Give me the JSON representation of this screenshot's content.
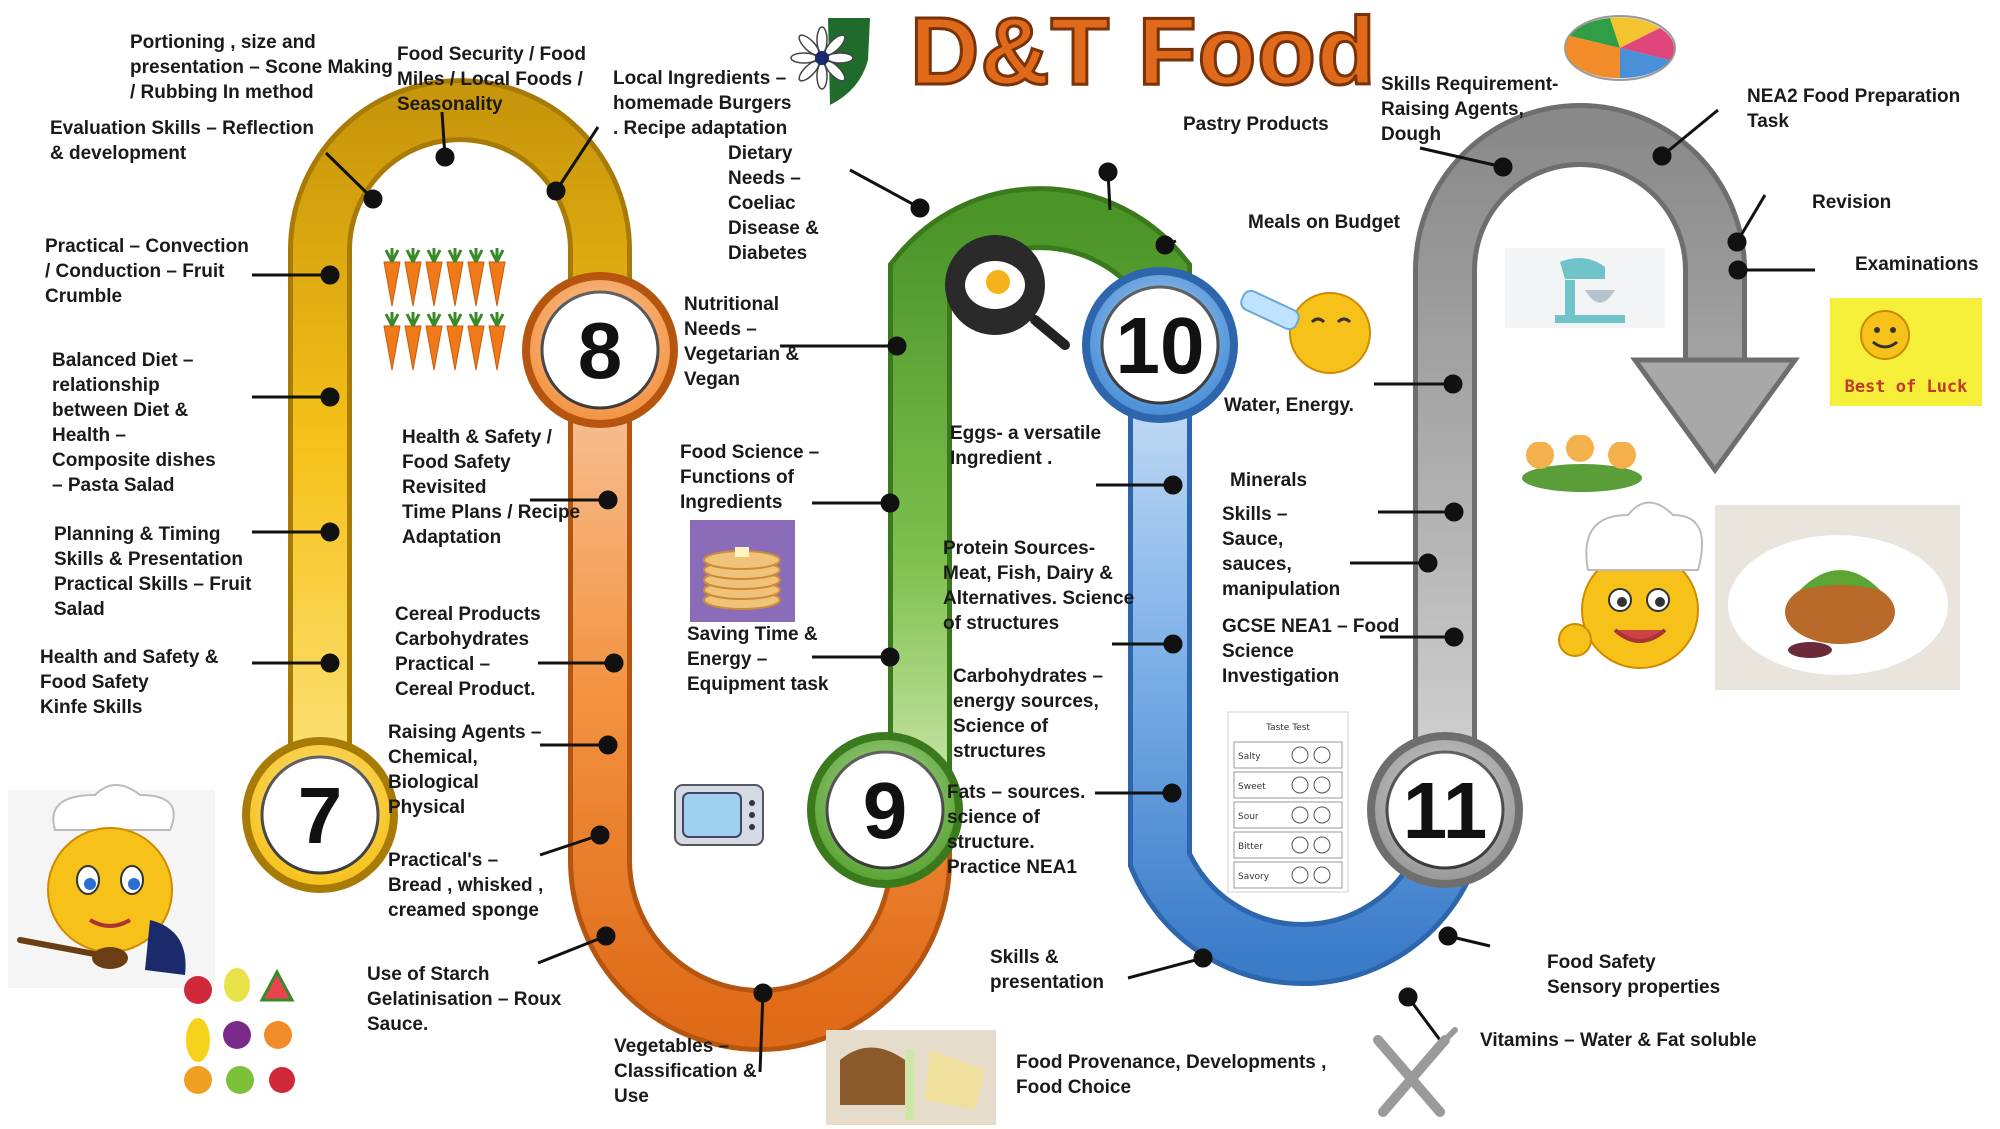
{
  "title": "D&T Food",
  "colors": {
    "title": "#e06a1b",
    "y7": "#f2b70c",
    "y8": "#f07a2a",
    "y9": "#5aa533",
    "y10": "#4a8fd8",
    "y11": "#9a9a9a"
  },
  "stages": [
    {
      "number": "7"
    },
    {
      "number": "8"
    },
    {
      "number": "9"
    },
    {
      "number": "10"
    },
    {
      "number": "11"
    }
  ],
  "topics": [
    {
      "text": "Portioning , size and\npresentation – Scone Making\n/ Rubbing In method"
    },
    {
      "text": "Food Security / Food\nMiles / Local Foods /\nSeasonality"
    },
    {
      "text": "Local Ingredients –\nhomemade Burgers\n. Recipe adaptation"
    },
    {
      "text": "Evaluation Skills – Reflection\n& development"
    },
    {
      "text": "Practical – Convection\n/ Conduction – Fruit\nCrumble"
    },
    {
      "text": "Balanced Diet –\nrelationship\nbetween Diet &\nHealth –\nComposite dishes\n– Pasta Salad"
    },
    {
      "text": "Planning & Timing\nSkills & Presentation\nPractical Skills – Fruit\nSalad"
    },
    {
      "text": "Health and Safety &\nFood Safety\nKinfe Skills"
    },
    {
      "text": "Health & Safety /\nFood Safety\nRevisited\nTime Plans / Recipe\nAdaptation"
    },
    {
      "text": "Cereal Products\nCarbohydrates\nPractical –\nCereal Product."
    },
    {
      "text": "Raising Agents –\nChemical,\nBiological\nPhysical"
    },
    {
      "text": "Practical's –\nBread , whisked ,\ncreamed sponge"
    },
    {
      "text": "Use of Starch\nGelatinisation – Roux\nSauce."
    },
    {
      "text": "Vegetables –\nClassification &\nUse"
    },
    {
      "text": "Dietary\nNeeds –\nCoeliac\nDisease  &\nDiabetes"
    },
    {
      "text": "Nutritional\nNeeds –\nVegetarian &\nVegan"
    },
    {
      "text": "Food Science –\nFunctions of\nIngredients"
    },
    {
      "text": "Saving Time &\nEnergy –\nEquipment task"
    },
    {
      "text": "Pastry Products"
    },
    {
      "text": "Meals on Budget"
    },
    {
      "text": "Eggs- a versatile\nIngredient ."
    },
    {
      "text": "Protein Sources-\nMeat, Fish, Dairy &\nAlternatives. Science\nof structures"
    },
    {
      "text": "Carbohydrates –\nenergy sources,\nScience of\nstructures"
    },
    {
      "text": "Fats – sources.\nscience of\nstructure.\nPractice NEA1"
    },
    {
      "text": "Skills &\npresentation"
    },
    {
      "text": "Food Provenance, Developments ,\nFood Choice"
    },
    {
      "text": "Water, Energy."
    },
    {
      "text": "Minerals"
    },
    {
      "text": "Skills –\nSauce,\nsauces,\nmanipulation"
    },
    {
      "text": "GCSE NEA1 – Food\nScience\nInvestigation"
    },
    {
      "text": "Skills Requirement-\nRaising Agents,\nDough"
    },
    {
      "text": "NEA2 Food Preparation Task"
    },
    {
      "text": "Revision"
    },
    {
      "text": "Examinations"
    },
    {
      "text": "Food Safety\nSensory properties"
    },
    {
      "text": "Vitamins – Water & Fat soluble"
    }
  ],
  "taste_test": {
    "title": "Taste Test",
    "rows": [
      "Salty",
      "Sweet",
      "Sour",
      "Bitter",
      "Savory"
    ]
  },
  "best_of_luck": "Best of Luck"
}
